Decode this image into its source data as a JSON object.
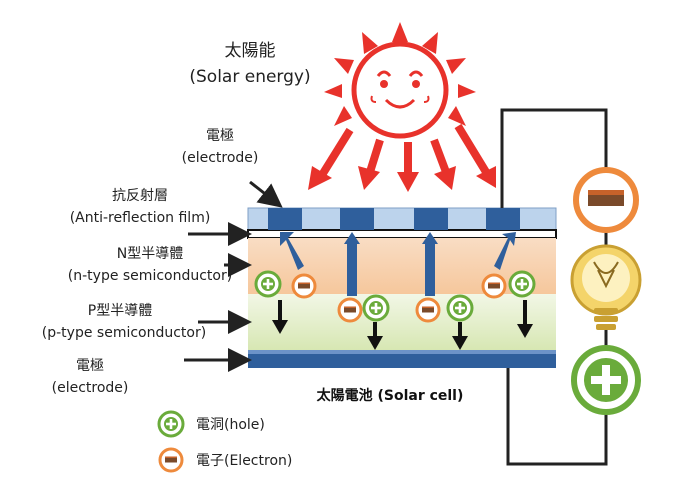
{
  "sun_label": {
    "zh": "太陽能",
    "en": "(Solar energy)"
  },
  "electrode_top_label": {
    "zh": "電極",
    "en": "(electrode)"
  },
  "antireflection_label": {
    "zh": "抗反射層",
    "en": "(Anti-reflection film)"
  },
  "n_type_label": {
    "zh": "N型半導體",
    "en": "(n-type semiconductor)"
  },
  "p_type_label": {
    "zh": "P型半導體",
    "en": "(p-type semiconductor)"
  },
  "electrode_bottom_label": {
    "zh": "電極",
    "en": "(electrode)"
  },
  "caption": "太陽電池  (Solar cell)",
  "legend": {
    "hole": "電洞(hole)",
    "electron": "電子(Electron)"
  },
  "colors": {
    "sun": "#e8322b",
    "hole": "#6aab3b",
    "electron": "#ee8a3c",
    "film": "#bcd3ec",
    "electrode": "#2f5f9c",
    "n_layer": "#f7cfa9",
    "p_layer": "#e2edc6",
    "bulb": "#f4d46a"
  }
}
